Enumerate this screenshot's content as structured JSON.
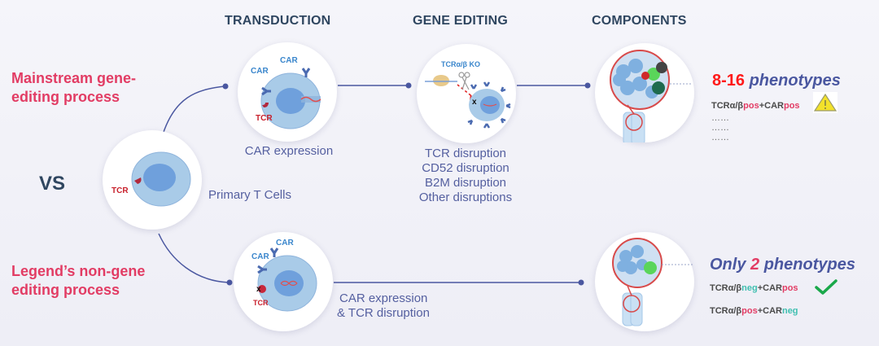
{
  "headers": {
    "transduction": "TRANSDUCTION",
    "gene_editing": "GENE EDITING",
    "components": "COMPONENTS"
  },
  "left": {
    "mainstream_line1": "Mainstream gene-",
    "mainstream_line2": "editing process",
    "vs": "VS",
    "legend_line1": "Legend’s non-gene",
    "legend_line2": "editing process"
  },
  "primary_cell": {
    "tcr_label": "TCR",
    "caption": "Primary T Cells"
  },
  "top_row": {
    "transduction": {
      "car_label_1": "CAR",
      "car_label_2": "CAR",
      "tcr_label": "TCR",
      "caption": "CAR expression"
    },
    "gene_editing": {
      "ko_label": "TCRα/β KO",
      "captions": [
        "TCR disruption",
        "CD52 disruption",
        "B2M disruption",
        "Other disruptions"
      ]
    },
    "components": {
      "count": "8-16",
      "title_suffix": "phenotypes",
      "rows": [
        {
          "prefix": "TCRα/β",
          "tcr_state": "pos",
          "mid": "+CAR",
          "car_state": "pos",
          "icon": "warning-icon"
        }
      ],
      "ellipsis_rows": [
        "……",
        "……",
        "……"
      ]
    }
  },
  "bottom_row": {
    "transduction": {
      "car_label_1": "CAR",
      "car_label_2": "CAR",
      "tcr_label": "TCR",
      "caption_line1": "CAR expression",
      "caption_line2": "& TCR disruption"
    },
    "components": {
      "prefix": "Only",
      "count": "2",
      "title_suffix": "phenotypes",
      "rows": [
        {
          "prefix": "TCRα/β",
          "tcr_state": "neg",
          "mid": "+CAR",
          "car_state": "pos",
          "icon": "checkmark-icon"
        },
        {
          "prefix": "TCRα/β",
          "tcr_state": "pos",
          "mid": "+CAR",
          "car_state": "neg",
          "icon": ""
        }
      ]
    }
  },
  "colors": {
    "accent_pink": "#e23c64",
    "header_navy": "#2f4660",
    "line_blue": "#4a57a0",
    "neg_teal": "#3fbfb0",
    "warn_yellow": "#f2e12a",
    "check_green": "#1aa84a"
  }
}
